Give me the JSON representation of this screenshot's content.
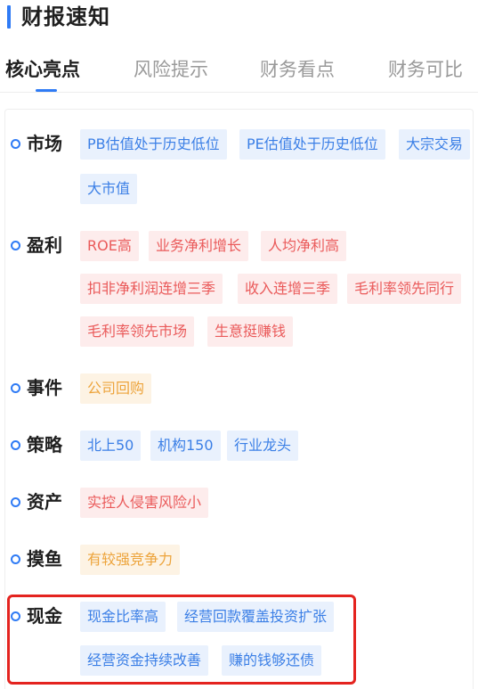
{
  "header": {
    "title": "财报速知"
  },
  "tabs": [
    {
      "label": "核心亮点",
      "active": true
    },
    {
      "label": "风险提示",
      "active": false
    },
    {
      "label": "财务看点",
      "active": false
    },
    {
      "label": "财务可比",
      "active": false
    }
  ],
  "categories": [
    {
      "label": "市场",
      "color": "blue",
      "tags": [
        "PB估值处于历史低位",
        "PE估值处于历史低位",
        "大宗交易",
        "大市值"
      ]
    },
    {
      "label": "盈利",
      "color": "red",
      "tags": [
        "ROE高",
        "业务净利增长",
        "人均净利高",
        "扣非净利润连增三季",
        "收入连增三季",
        "毛利率领先同行",
        "毛利率领先市场",
        "生意挺赚钱"
      ]
    },
    {
      "label": "事件",
      "color": "orange",
      "tags": [
        "公司回购"
      ]
    },
    {
      "label": "策略",
      "color": "blue",
      "tags": [
        "北上50",
        "机构150",
        "行业龙头"
      ]
    },
    {
      "label": "资产",
      "color": "red",
      "tags": [
        "实控人侵害风险小"
      ]
    },
    {
      "label": "摸鱼",
      "color": "orange",
      "tags": [
        "有较强竞争力"
      ]
    },
    {
      "label": "现金",
      "color": "blue",
      "tags": [
        "现金比率高",
        "经营回款覆盖投资扩张",
        "经营资金持续改善",
        "赚的钱够还债"
      ]
    }
  ],
  "colors": {
    "accent": "#2f7bf5",
    "highlight": "#e4231f"
  }
}
